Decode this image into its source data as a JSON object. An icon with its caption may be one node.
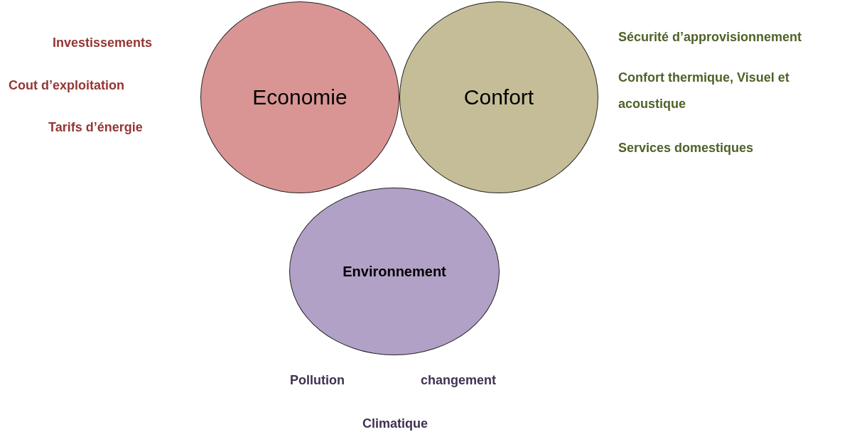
{
  "diagram": {
    "nodes": [
      {
        "text": [
          "Economie"
        ]
      },
      {
        "text": [
          "Confort"
        ]
      },
      {
        "text": [
          "Environnement"
        ]
      }
    ],
    "labels": [
      "Investissements",
      "Cout d’exploitation",
      "Tarifs d’énergie",
      "Sécurité d’approvisionnement",
      "Confort thermique, Visuel et acoustique",
      "Services domestiques",
      "Pollution",
      "changement",
      "Climatique"
    ]
  }
}
